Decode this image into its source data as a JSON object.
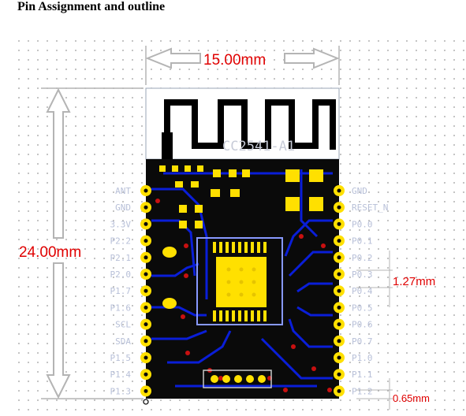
{
  "heading": "Pin Assignment and outline",
  "dimensions": {
    "width": "15.00mm",
    "height": "24.00mm",
    "pitch": "1.27mm",
    "edge": "0.65mm"
  },
  "silkscreen": "CC2541-A1",
  "left_pins": [
    "ANT",
    "GND",
    "3.3V",
    "P2.2",
    "P2.1",
    "P2.0",
    "P1.7",
    "P1.6",
    "SCL",
    "SDA",
    "P1.5",
    "P1.4",
    "P1.3"
  ],
  "right_pins": [
    "GND",
    "RESET_N",
    "P0.0",
    "P0.1",
    "P0.2",
    "P0.3",
    "P0.4",
    "P0.5",
    "P0.6",
    "P0.7",
    "P1.0",
    "P1.1",
    "P1.2"
  ],
  "colors": {
    "board": "#0a0a0a",
    "copper": "#ffe000",
    "trace": "#0a1ed8",
    "dimension_text": "#e00000",
    "dimension_arrow": "#b4b4b4"
  }
}
